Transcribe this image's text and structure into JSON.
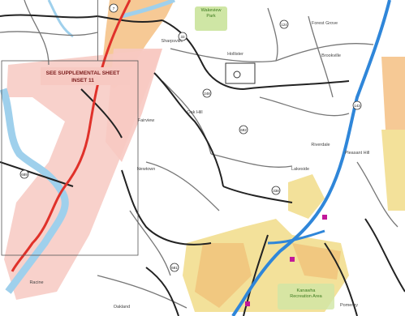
{
  "map": {
    "callout_label": "SEE SUPPLEMENTAL SHEET\nINSET 11",
    "place_labels": [
      {
        "id": "gilbert-view-park",
        "text": "Wakeview\nPark"
      },
      {
        "id": "sharpsville-area",
        "text": "Sharpsville"
      },
      {
        "id": "forest-grove",
        "text": "Forest Grove"
      },
      {
        "id": "brookville",
        "text": "Brookville"
      },
      {
        "id": "hollister",
        "text": "Hollister"
      },
      {
        "id": "oak-hill",
        "text": "Oak Hill"
      },
      {
        "id": "fairview",
        "text": "Fairview"
      },
      {
        "id": "newtown",
        "text": "Newtown"
      },
      {
        "id": "lakeside",
        "text": "Lakeside"
      },
      {
        "id": "riverdale",
        "text": "Riverdale"
      },
      {
        "id": "pleasant-hill",
        "text": "Pleasant Hill"
      },
      {
        "id": "bottom-reserve",
        "text": "Kanawha\nRecreation Area"
      },
      {
        "id": "pomeroy",
        "text": "Pomeroy"
      },
      {
        "id": "oakland",
        "text": "Oakland"
      },
      {
        "id": "bottom-left",
        "text": "Racine"
      }
    ],
    "route_shields": [
      "7",
      "33",
      "124",
      "143",
      "248",
      "338",
      "681",
      "689",
      "692"
    ],
    "colors": {
      "water": "#9fd0ec",
      "pink_zone": "#f7c9c2",
      "orange_land": "#f6c995",
      "yellow_land": "#f3e19a",
      "green_park": "#cfe6a5",
      "interstate": "#2f86d9",
      "red_route": "#e0312a",
      "road": "#222222",
      "minor_road": "#777777",
      "magenta_marker": "#c2189a"
    }
  }
}
